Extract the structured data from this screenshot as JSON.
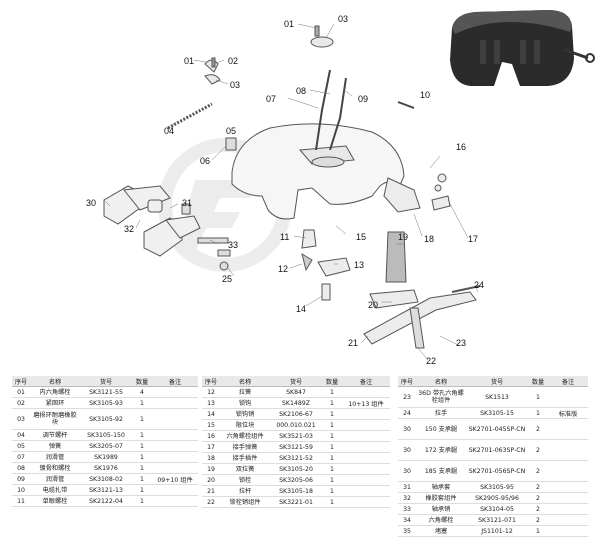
{
  "callouts": [
    "01",
    "03",
    "01",
    "02",
    "03",
    "07",
    "08",
    "09",
    "10",
    "04",
    "05",
    "06",
    "16",
    "30",
    "31",
    "32",
    "33",
    "11",
    "12",
    "13",
    "14",
    "15",
    "17",
    "18",
    "19",
    "20",
    "21",
    "22",
    "23",
    "24",
    "25"
  ],
  "table_headers": {
    "no": "序号",
    "name": "名称",
    "code": "货号",
    "qty": "数量",
    "note": "备注"
  },
  "tables": [
    [
      {
        "no": "01",
        "name": "内六角螺栓",
        "code": "SK3121-55",
        "qty": "4",
        "note": ""
      },
      {
        "no": "02",
        "name": "紧固环",
        "code": "SK3105-93",
        "qty": "1",
        "note": ""
      },
      {
        "no": "03",
        "name": "磨损环耐磨橡胶块",
        "code": "SK3105-92",
        "qty": "1",
        "note": ""
      },
      {
        "no": "04",
        "name": "调节螺杆",
        "code": "SK3105-150",
        "qty": "1",
        "note": ""
      },
      {
        "no": "05",
        "name": "弹簧",
        "code": "SK3205-07",
        "qty": "1",
        "note": ""
      },
      {
        "no": "07",
        "name": "润滑管",
        "code": "SK1989",
        "qty": "1",
        "note": ""
      },
      {
        "no": "08",
        "name": "镀骨和螺栓",
        "code": "SK1976",
        "qty": "1",
        "note": ""
      },
      {
        "no": "09",
        "name": "润滑管",
        "code": "SK3108-02",
        "qty": "1",
        "note": "09+10 组件"
      },
      {
        "no": "10",
        "name": "电缆扎带",
        "code": "SK3121-13",
        "qty": "1",
        "note": ""
      },
      {
        "no": "11",
        "name": "单眼螺栓",
        "code": "SK2122-04",
        "qty": "1",
        "note": ""
      }
    ],
    [
      {
        "no": "12",
        "name": "拉簧",
        "code": "SK847",
        "qty": "1",
        "note": ""
      },
      {
        "no": "13",
        "name": "锁钩",
        "code": "SK1489Z",
        "qty": "1",
        "note": "10+13 组件"
      },
      {
        "no": "14",
        "name": "锁钩销",
        "code": "SK2106-67",
        "qty": "1",
        "note": ""
      },
      {
        "no": "15",
        "name": "限位块",
        "code": "000.010.021",
        "qty": "1",
        "note": ""
      },
      {
        "no": "16",
        "name": "六角螺栓组件",
        "code": "SK3521-03",
        "qty": "1",
        "note": ""
      },
      {
        "no": "17",
        "name": "接手弹簧",
        "code": "SK3121-59",
        "qty": "1",
        "note": ""
      },
      {
        "no": "18",
        "name": "接手插件",
        "code": "SK3121-52",
        "qty": "1",
        "note": ""
      },
      {
        "no": "19",
        "name": "双拉簧",
        "code": "SK3105-20",
        "qty": "1",
        "note": ""
      },
      {
        "no": "20",
        "name": "锁栓",
        "code": "SK3205-06",
        "qty": "1",
        "note": ""
      },
      {
        "no": "21",
        "name": "拉杆",
        "code": "SK3105-18",
        "qty": "1",
        "note": ""
      },
      {
        "no": "22",
        "name": "锁栓销组件",
        "code": "SK3221-01",
        "qty": "1",
        "note": ""
      }
    ],
    [
      {
        "no": "23",
        "name": "36D 带孔六角螺栓组件",
        "code": "SK1513",
        "qty": "1",
        "note": ""
      },
      {
        "no": "24",
        "name": "拉手",
        "code": "SK3105-15",
        "qty": "1",
        "note": "标准版"
      },
      {
        "no": "30",
        "name": "150 支承腿",
        "code": "SK2701-045SP-CN",
        "qty": "2",
        "note": ""
      },
      {
        "no": "30",
        "name": "172 支承腿",
        "code": "SK2701-063SP-CN",
        "qty": "2",
        "note": ""
      },
      {
        "no": "30",
        "name": "185 支承腿",
        "code": "SK2701-056SP-CN",
        "qty": "2",
        "note": ""
      },
      {
        "no": "31",
        "name": "轴承套",
        "code": "SK3105-95",
        "qty": "2",
        "note": ""
      },
      {
        "no": "32",
        "name": "橡胶套组件",
        "code": "SK2905-95/96",
        "qty": "2",
        "note": ""
      },
      {
        "no": "33",
        "name": "轴承销",
        "code": "SK3104-05",
        "qty": "2",
        "note": ""
      },
      {
        "no": "34",
        "name": "六角螺栓",
        "code": "SK3121-071",
        "qty": "2",
        "note": ""
      },
      {
        "no": "35",
        "name": "堵塞",
        "code": "JS1101-12",
        "qty": "1",
        "note": ""
      }
    ]
  ]
}
